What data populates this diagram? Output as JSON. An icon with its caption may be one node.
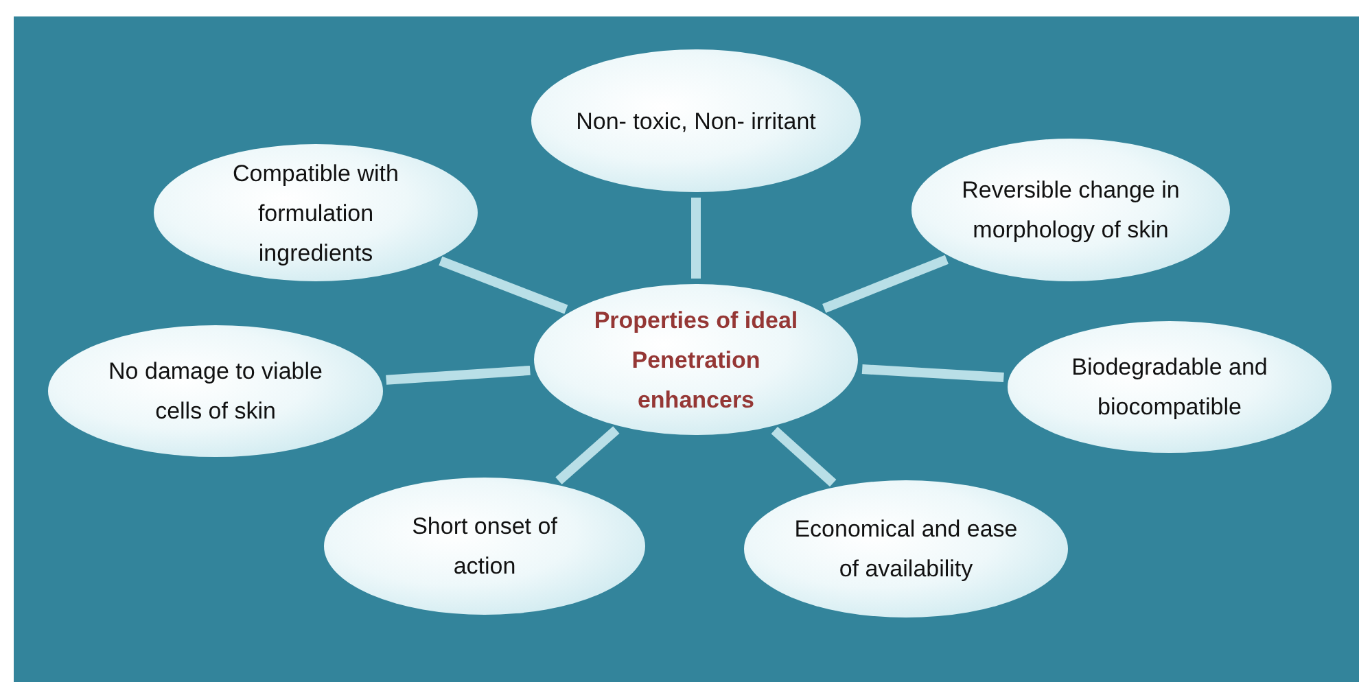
{
  "diagram": {
    "nodes": [
      {
        "text": [
          "Non- toxic, Non- irritant"
        ]
      },
      {
        "text": [
          "Compatible with formulation ingredients"
        ]
      },
      {
        "text": [
          "Reversible change in morphology of skin"
        ]
      },
      {
        "text": [
          "Properties of ideal Penetration enhancers"
        ]
      },
      {
        "text": [
          "No damage to viable cells of skin"
        ]
      },
      {
        "text": [
          "Biodegradable and biocompatible"
        ]
      },
      {
        "text": [
          "Short onset of action"
        ]
      },
      {
        "text": [
          "Economical and ease of availability"
        ]
      }
    ],
    "edges": [
      {
        "from": 3,
        "to": 0,
        "arrow": "none"
      },
      {
        "from": 3,
        "to": 1,
        "arrow": "none"
      },
      {
        "from": 3,
        "to": 2,
        "arrow": "none"
      },
      {
        "from": 3,
        "to": 4,
        "arrow": "none"
      },
      {
        "from": 3,
        "to": 5,
        "arrow": "none"
      },
      {
        "from": 3,
        "to": 6,
        "arrow": "none"
      },
      {
        "from": 3,
        "to": 7,
        "arrow": "none"
      }
    ]
  }
}
